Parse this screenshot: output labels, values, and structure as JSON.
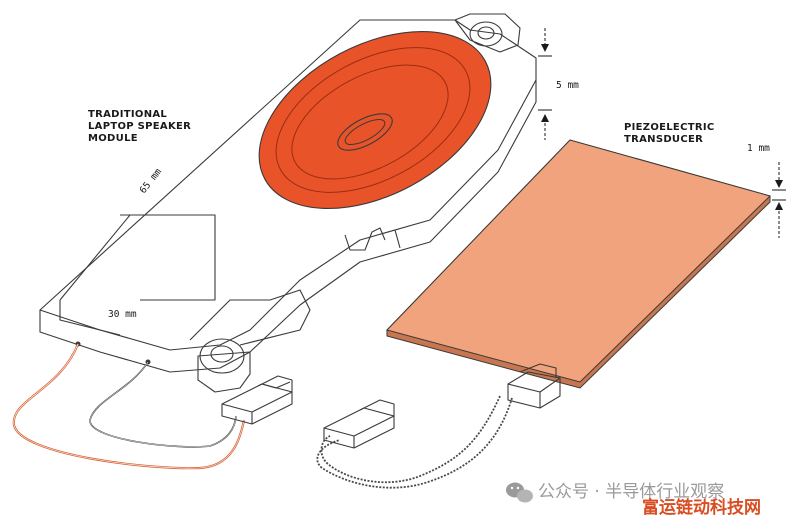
{
  "labels": {
    "speaker_title": [
      "TRADITIONAL",
      "LAPTOP SPEAKER",
      "MODULE"
    ],
    "piezo_title": [
      "PIEZOELECTRIC",
      "TRANSDUCER"
    ],
    "dim_length": "65 mm",
    "dim_width": "30 mm",
    "dim_speaker_height": "5 mm",
    "dim_piezo_height": "1 mm"
  },
  "watermark": {
    "channel": "公众号 · 半导体行业观察",
    "site": "富运链动科技网"
  },
  "colors": {
    "speaker_cone": "#e8532a",
    "piezo_plate": "#f0a37c",
    "orange_wire": "#d9663a",
    "outline": "#3a3a3a"
  },
  "icons": {
    "wechat": "wechat-icon"
  }
}
